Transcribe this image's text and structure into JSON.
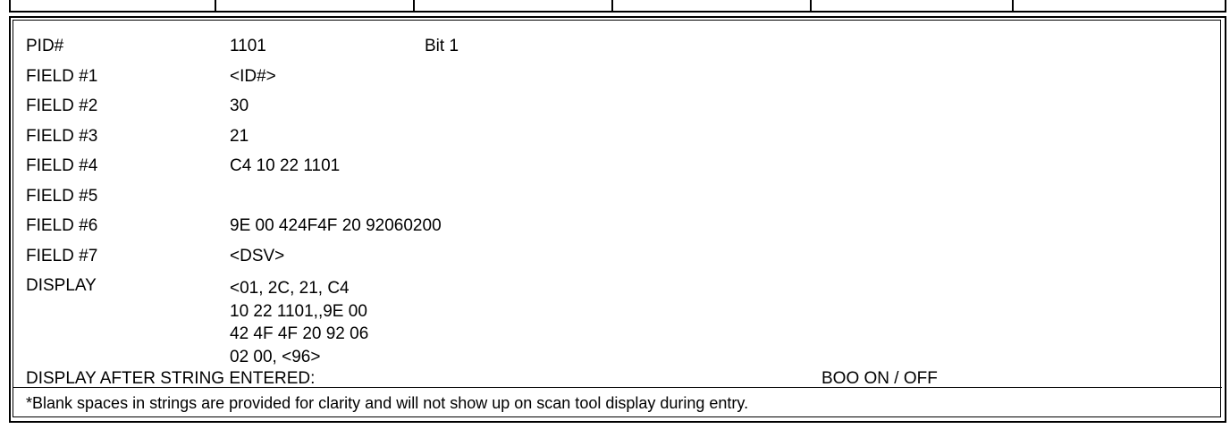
{
  "pid": {
    "label": "PID#",
    "value": "1101",
    "bit": "Bit 1"
  },
  "fields": [
    {
      "label": "FIELD #1",
      "value": "<ID#>"
    },
    {
      "label": "FIELD #2",
      "value": "30"
    },
    {
      "label": "FIELD #3",
      "value": "21"
    },
    {
      "label": "FIELD #4",
      "value": "C4 10 22 1101"
    },
    {
      "label": "FIELD #5",
      "value": ""
    },
    {
      "label": "FIELD #6",
      "value": "9E 00 424F4F 20 92060200"
    },
    {
      "label": "FIELD #7",
      "value": "<DSV>"
    }
  ],
  "display": {
    "label": "DISPLAY",
    "lines": [
      "<01, 2C, 21, C4",
      "10 22 1101,,9E 00",
      "42 4F 4F 20 92 06",
      "02 00, <96>"
    ]
  },
  "after_string": {
    "label": "DISPLAY AFTER STRING ENTERED:",
    "state": "BOO ON / OFF"
  },
  "footnote": "*Blank spaces in strings are provided for clarity and will not show up on scan tool display during entry."
}
